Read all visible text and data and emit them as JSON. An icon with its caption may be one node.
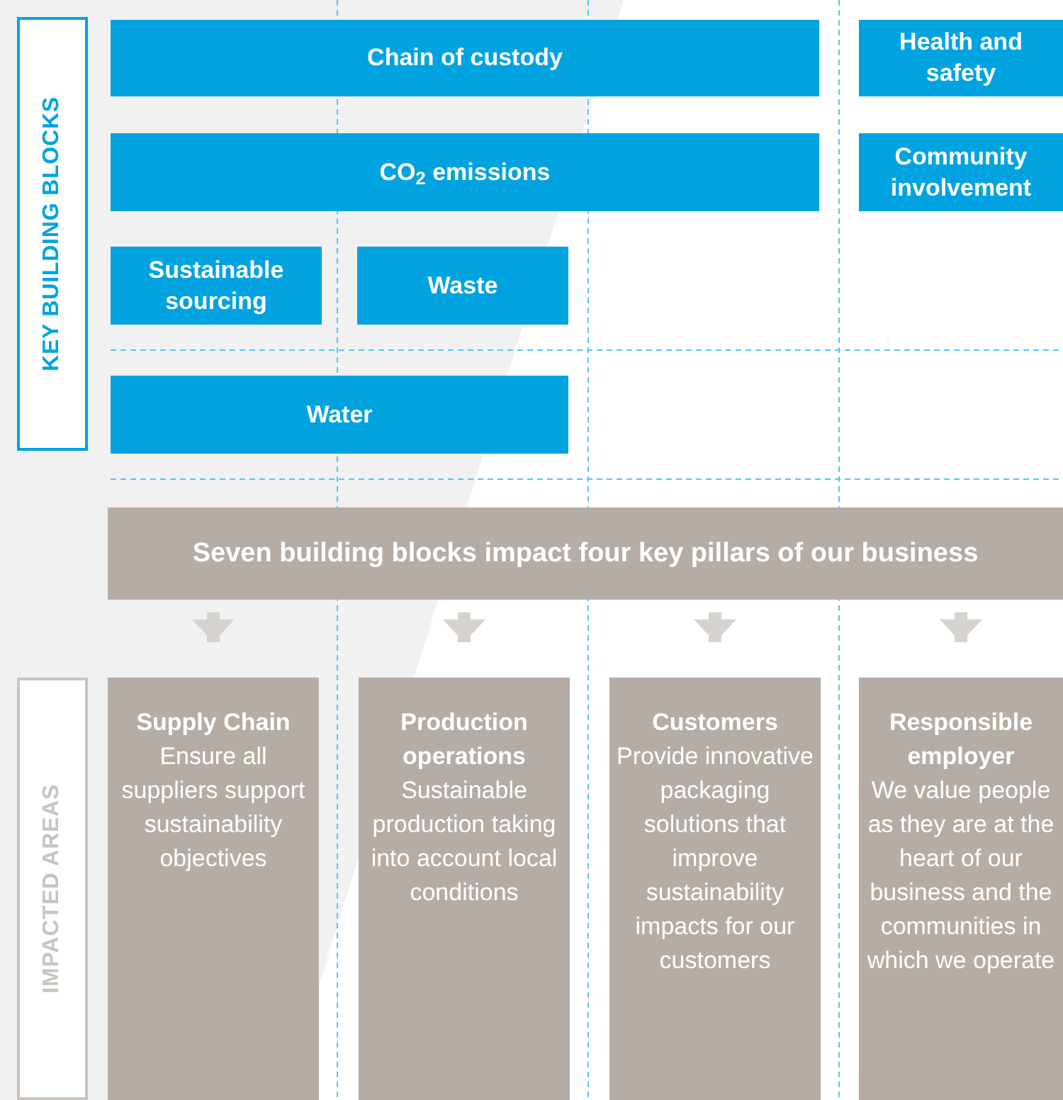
{
  "diagram": {
    "nodes": [
      {
        "text": [
          "KEY BUILDING BLOCKS"
        ]
      },
      {
        "text": [
          "Chain of custody"
        ]
      },
      {
        "text": [
          "Health and safety"
        ]
      },
      {
        "text": [
          "CO$_{2}$ emissions"
        ]
      },
      {
        "text": [
          "Community involvement"
        ]
      },
      {
        "text": [
          "Sustainable sourcing"
        ]
      },
      {
        "text": [
          "Waste"
        ]
      },
      {
        "text": [
          "Water"
        ]
      },
      {
        "text": [
          "Seven building blocks impact four key pillars of our business"
        ]
      },
      {
        "text": [
          "IMPACTED AREAS"
        ]
      },
      {
        "text": [
          "Supply Chain",
          "Ensure all suppliers support sustainability objectives"
        ]
      },
      {
        "text": [
          "Production operations",
          "Sustainable production taking into account local conditions"
        ]
      },
      {
        "text": [
          "Customers",
          "Provide innovative packaging solutions that improve sustainability impacts for our customers"
        ]
      },
      {
        "text": [
          "Responsible employer",
          "We value people as they are at the heart of our business and the communities in which we operate"
        ]
      }
    ],
    "edges": [
      {
        "from": 8,
        "to": 10,
        "arrow": "to"
      },
      {
        "from": 8,
        "to": 11,
        "arrow": "to"
      },
      {
        "from": 8,
        "to": 12,
        "arrow": "to"
      },
      {
        "from": 8,
        "to": 13,
        "arrow": "to"
      }
    ]
  }
}
